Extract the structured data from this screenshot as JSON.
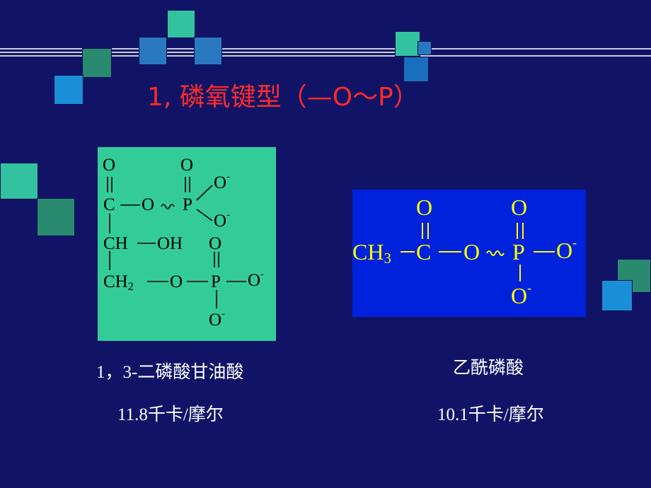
{
  "title": "1, 磷氧键型（—O～P）",
  "colors": {
    "background": "#111466",
    "title": "#ff2a2a",
    "left_panel": "#33cc99",
    "right_panel": "#0022dd",
    "right_text": "#ffff00"
  },
  "left_structure": {
    "atoms": {
      "O": "O",
      "C": "C",
      "P": "P",
      "CH": "CH",
      "OH": "OH",
      "CH2": "CH",
      "sub2": "2",
      "minus": "-"
    }
  },
  "right_structure": {
    "atoms": {
      "CH": "CH",
      "sub3": "3",
      "C": "C",
      "O": "O",
      "P": "P",
      "minus": "-"
    }
  },
  "captions": {
    "left_name": "1，3-二磷酸甘油酸",
    "left_energy": "11.8千卡/摩尔",
    "right_name": "乙酰磷酸",
    "right_energy": "10.1千卡/摩尔"
  }
}
